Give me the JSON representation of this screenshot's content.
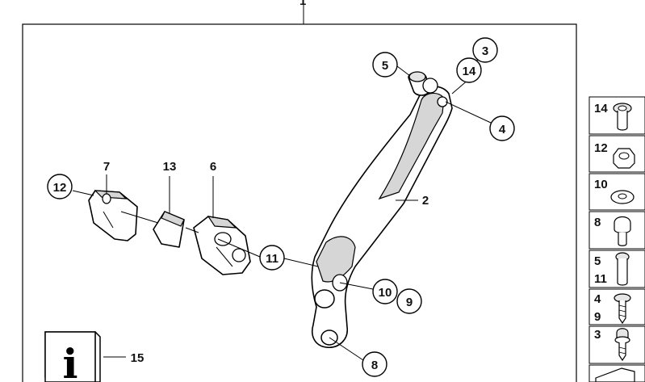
{
  "diagram": {
    "top_callout": "1",
    "callouts": {
      "c2": "2",
      "c3": "3",
      "c4": "4",
      "c5": "5",
      "c6": "6",
      "c7": "7",
      "c8": "8",
      "c9": "9",
      "c10": "10",
      "c11": "11",
      "c12": "12",
      "c13": "13",
      "c14": "14",
      "c15": "15"
    },
    "info_icon_glyph": "i"
  },
  "legend": {
    "items": [
      {
        "label": "14",
        "icon": "bushing-icon"
      },
      {
        "label": "12",
        "icon": "hex-nut-icon"
      },
      {
        "label": "10",
        "icon": "washer-icon"
      },
      {
        "label": "8",
        "icon": "rubber-bumper-icon"
      },
      {
        "label_a": "5",
        "label_b": "11",
        "icon": "bolt-icon"
      },
      {
        "label_a": "4",
        "label_b": "9",
        "icon": "screw-icon"
      },
      {
        "label": "3",
        "icon": "collar-screw-icon"
      }
    ]
  }
}
